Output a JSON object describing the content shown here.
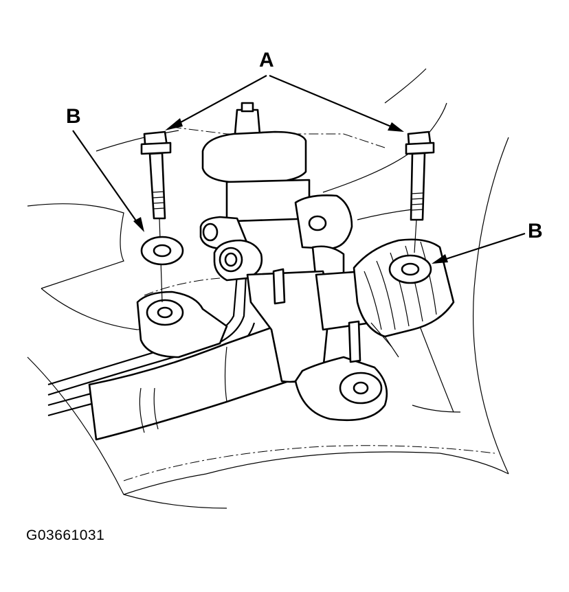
{
  "callouts": {
    "a": "A",
    "b_left": "B",
    "b_right": "B"
  },
  "figure_code": "G03661031",
  "parts": {
    "bolts": 2,
    "washers": 2
  },
  "colors": {
    "line": "#000000",
    "background": "#ffffff"
  }
}
